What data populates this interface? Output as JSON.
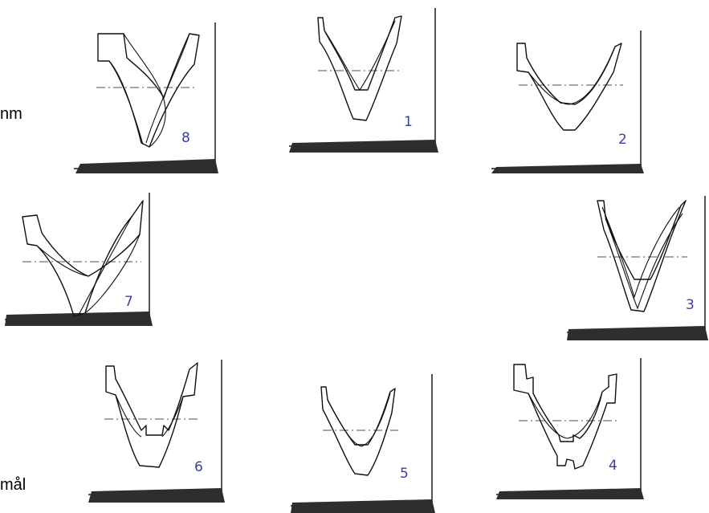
{
  "edge_text": {
    "top": "nm",
    "bottom": "mål"
  },
  "panels": [
    {
      "id": "8",
      "label": "8"
    },
    {
      "id": "1",
      "label": "1"
    },
    {
      "id": "2",
      "label": "2"
    },
    {
      "id": "7",
      "label": "7"
    },
    {
      "id": "3",
      "label": "3"
    },
    {
      "id": "6",
      "label": "6"
    },
    {
      "id": "5",
      "label": "5"
    },
    {
      "id": "4",
      "label": "4"
    }
  ],
  "colors": {
    "label": "#3b3fa0",
    "outline": "#111111",
    "centerline": "#8a8a8a",
    "frame_shadow": "#2e2e2e"
  }
}
